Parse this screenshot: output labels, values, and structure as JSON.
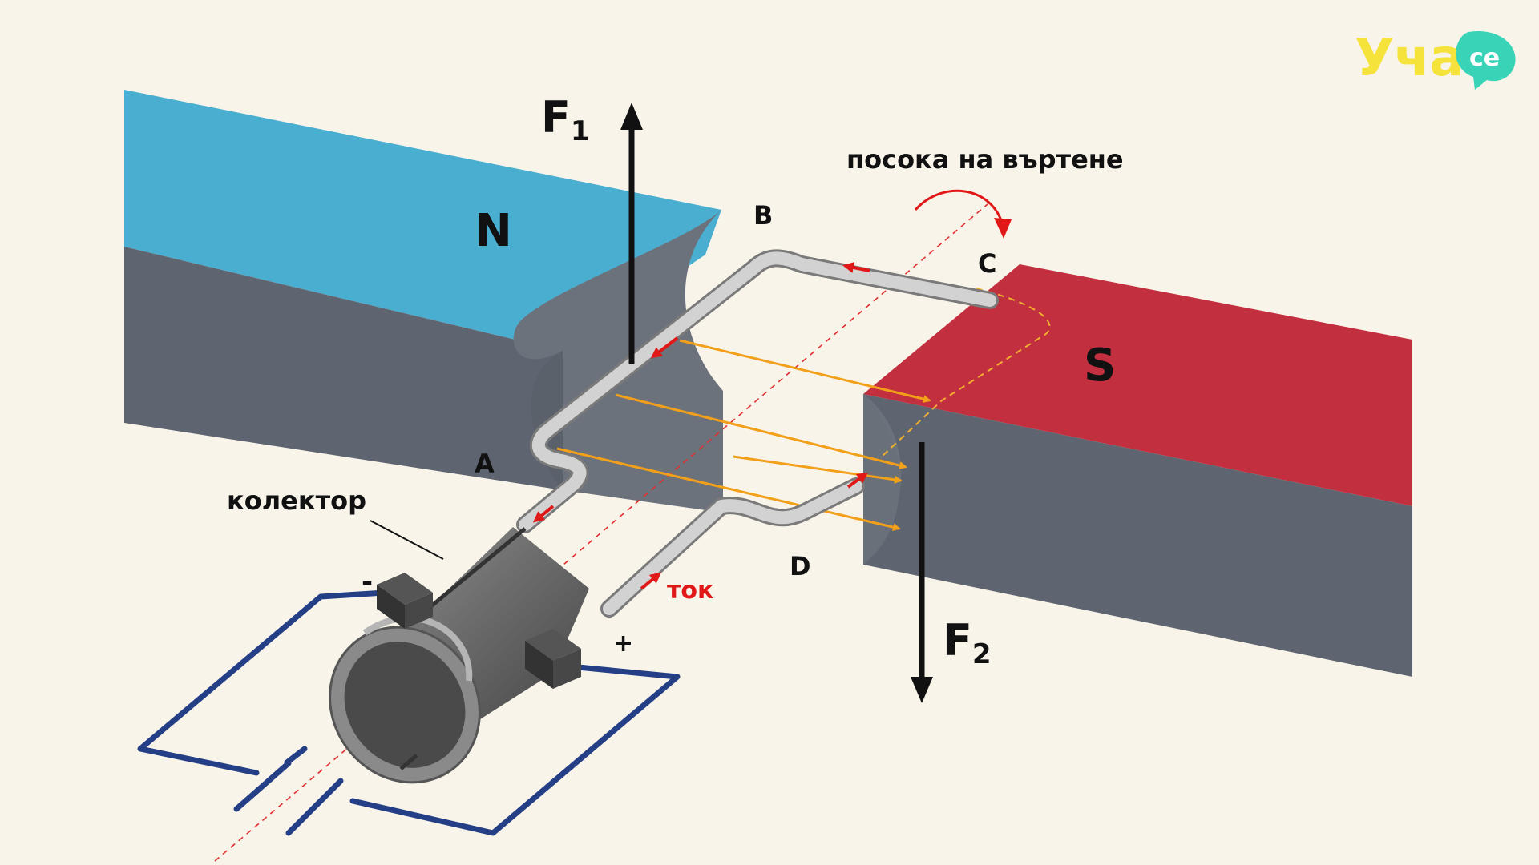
{
  "brand": {
    "logo_text": "Уча",
    "logo_badge": "се",
    "colors": {
      "yellow": "#f5e23a",
      "teal": "#39d3b8"
    }
  },
  "magnets": {
    "north": {
      "label": "N",
      "top_color": "#4aaed1",
      "side_color": "#5f6570"
    },
    "south": {
      "label": "S",
      "top_color": "#c22f3f",
      "side_color": "#5f6570"
    }
  },
  "coil": {
    "points": [
      "A",
      "B",
      "C",
      "D"
    ],
    "wire_color": "#d2d2d2",
    "current_arrow_color": "#e01818"
  },
  "forces": {
    "f1": {
      "letter": "F",
      "subscript": "1",
      "direction": "up"
    },
    "f2": {
      "letter": "F",
      "subscript": "2",
      "direction": "down"
    }
  },
  "labels": {
    "rotation": "посока на въртене",
    "current": "ток",
    "commutator": "колектор",
    "minus": "-",
    "plus": "+"
  },
  "field_lines": {
    "color": "#f2a019",
    "count": 4
  },
  "circuit": {
    "color": "#243f86"
  },
  "axis_color": "#e03030"
}
